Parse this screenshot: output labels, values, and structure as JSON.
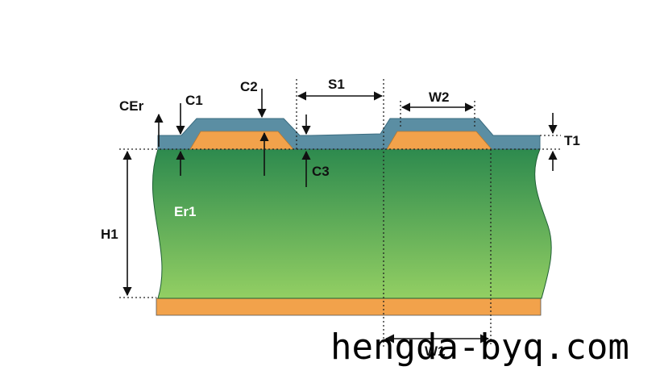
{
  "labels": {
    "cer": "CEr",
    "c1": "C1",
    "c2": "C2",
    "s1": "S1",
    "w2": "W2",
    "t1": "T1",
    "c3": "C3",
    "er1": "Er1",
    "h1": "H1",
    "w1": "W1"
  },
  "watermark": "hengda-byq.com",
  "colors": {
    "coating": "#5b8ea3",
    "copper": "#f2a24b",
    "substrate_top": "#2d8a4e",
    "substrate_bottom": "#93cf63",
    "ground_plane": "#f2a24b"
  }
}
